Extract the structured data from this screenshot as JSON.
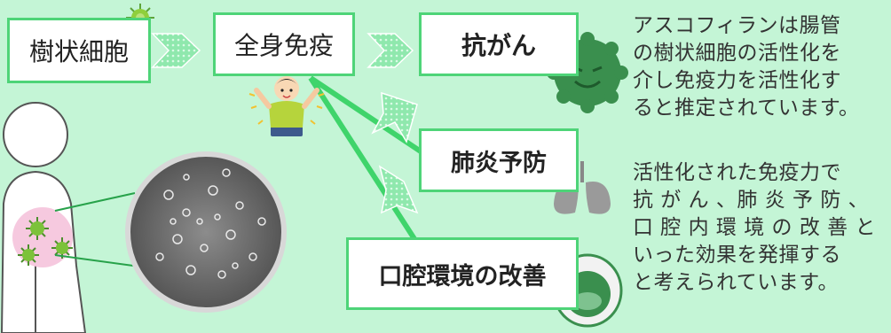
{
  "colors": {
    "background": "#c4f5d6",
    "box_border": "#4ed478",
    "arrow_fill": "#7ee3a2",
    "line_green": "#3fd46b",
    "dark_green": "#3a8f4e"
  },
  "boxes": {
    "dendritic": "樹状細胞",
    "whole_body": "全身免疫",
    "anticancer": "抗がん",
    "pneumonia": "肺炎予防",
    "oral": "口腔環境の改善"
  },
  "descriptions": [
    "アスコフィランは腸管\nの樹状細胞の活性化を\n介し免疫力を活性化す\nると推定されています。",
    "活性化された免疫力で\n抗 が ん 、肺 炎 予 防 、\n口 腔 内 環 境 の 改 善 と\nいった効果を発揮する\nと考えられています。"
  ],
  "icons": [
    "virus-icon",
    "cancer-cell-icon",
    "lungs-icon",
    "mouth-icon",
    "person-icon",
    "human-body-icon",
    "microscope-image"
  ]
}
